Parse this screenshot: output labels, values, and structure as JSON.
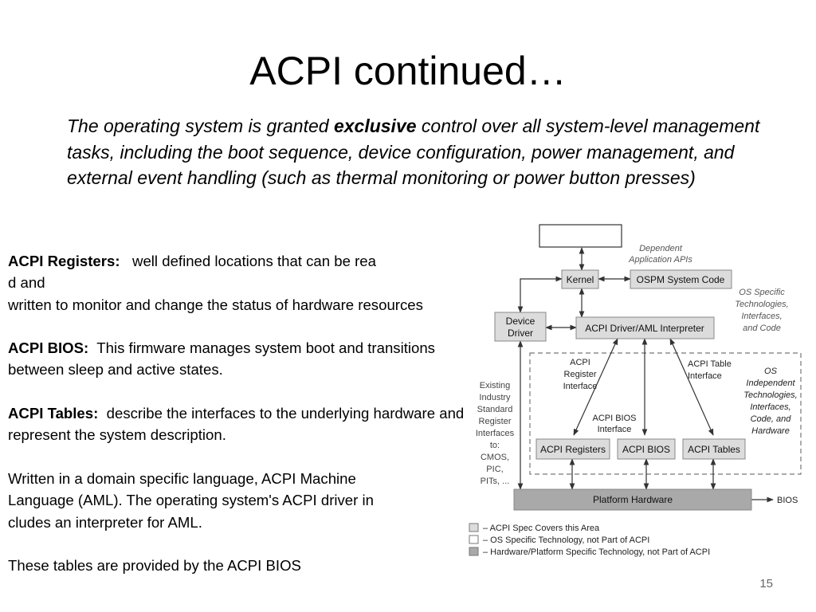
{
  "slide": {
    "title": "ACPI continued…",
    "page_number": "15"
  },
  "intro": {
    "part1": "The operating system is granted ",
    "emphasis": "exclusive",
    "part2": " control over all system-level management tasks, including the boot sequence, device configuration, power management, and external event handling (such as thermal monitoring or power button presses)"
  },
  "left": {
    "registers": {
      "term": "ACPI Registers:",
      "line1": "well defined locations that can be rea",
      "line2": "d and",
      "line3": "written to monitor and change the status of hardware resources"
    },
    "bios": {
      "term": "ACPI BIOS:",
      "text": "This firmware manages system boot and transitions between sleep and active states."
    },
    "tables": {
      "term": "ACPI Tables:",
      "text": "describe the interfaces to the underlying hardware and represent the system description."
    },
    "aml": {
      "line1": "Written in a domain specific language, ACPI Machine",
      "line2": "Language (AML).  The operating system's ACPI driver in",
      "line3": "cludes an interpreter for AML."
    },
    "provided": "These tables are provided by the ACPI BIOS"
  },
  "diagram": {
    "colors": {
      "light_box": "#dcdcdc",
      "platform": "#a9a9a9",
      "line": "#333333",
      "note_text": "#555555"
    },
    "boxes": {
      "kernel": "Kernel",
      "ospm": "OSPM System Code",
      "device_driver_1": "Device",
      "device_driver_2": "Driver",
      "acpi_driver": "ACPI Driver/AML Interpreter",
      "acpi_registers": "ACPI Registers",
      "acpi_bios": "ACPI BIOS",
      "acpi_tables": "ACPI Tables",
      "platform_hardware": "Platform Hardware"
    },
    "labels": {
      "dependent_1": "Dependent",
      "dependent_2": "Application APIs",
      "os_specific": [
        "OS Specific",
        "Technologies,",
        "Interfaces,",
        "and Code"
      ],
      "os_independent": [
        "OS",
        "Independent",
        "Technologies,",
        "Interfaces,",
        "Code, and",
        "Hardware"
      ],
      "register_interface": [
        "ACPI",
        "Register",
        "Interface"
      ],
      "table_interface": [
        "ACPI Table",
        "Interface"
      ],
      "bios_interface": [
        "ACPI BIOS",
        "Interface"
      ],
      "existing": [
        "Existing",
        "Industry",
        "Standard",
        "Register",
        "Interfaces",
        "to:",
        "CMOS,",
        "PIC,",
        "PITs, ..."
      ],
      "bios_out": "BIOS"
    },
    "legend": [
      "–  ACPI Spec Covers this Area",
      "–  OS Specific Technology, not Part of ACPI",
      "–  Hardware/Platform Specific Technology, not Part of ACPI"
    ]
  }
}
